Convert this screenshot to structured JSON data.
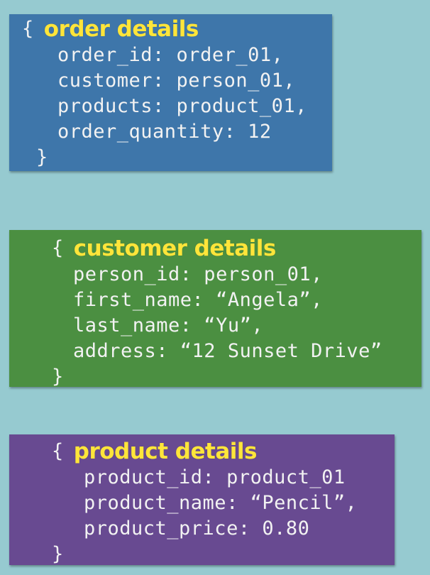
{
  "colors": {
    "background": "#96cad0",
    "order_card": "#3e76aa",
    "customer_card": "#4b8f41",
    "product_card": "#684a91",
    "title_text": "#ffe53a",
    "code_text": "#f2f2f2"
  },
  "order": {
    "open_brace": "{",
    "title": "order details",
    "lines": [
      "order_id: order_01,",
      "customer: person_01,",
      "products: product_01,",
      "order_quantity: 12"
    ],
    "close_brace": "}"
  },
  "customer": {
    "open_brace": "{",
    "title": "customer details",
    "lines": [
      "person_id: person_01,",
      "first_name: “Angela”,",
      "last_name: “Yu”,",
      "address: “12 Sunset Drive”"
    ],
    "close_brace": "}"
  },
  "product": {
    "open_brace": "{",
    "title": "product details",
    "lines": [
      "product_id: product_01",
      "product_name: “Pencil”,",
      "product_price: 0.80"
    ],
    "close_brace": "}"
  }
}
